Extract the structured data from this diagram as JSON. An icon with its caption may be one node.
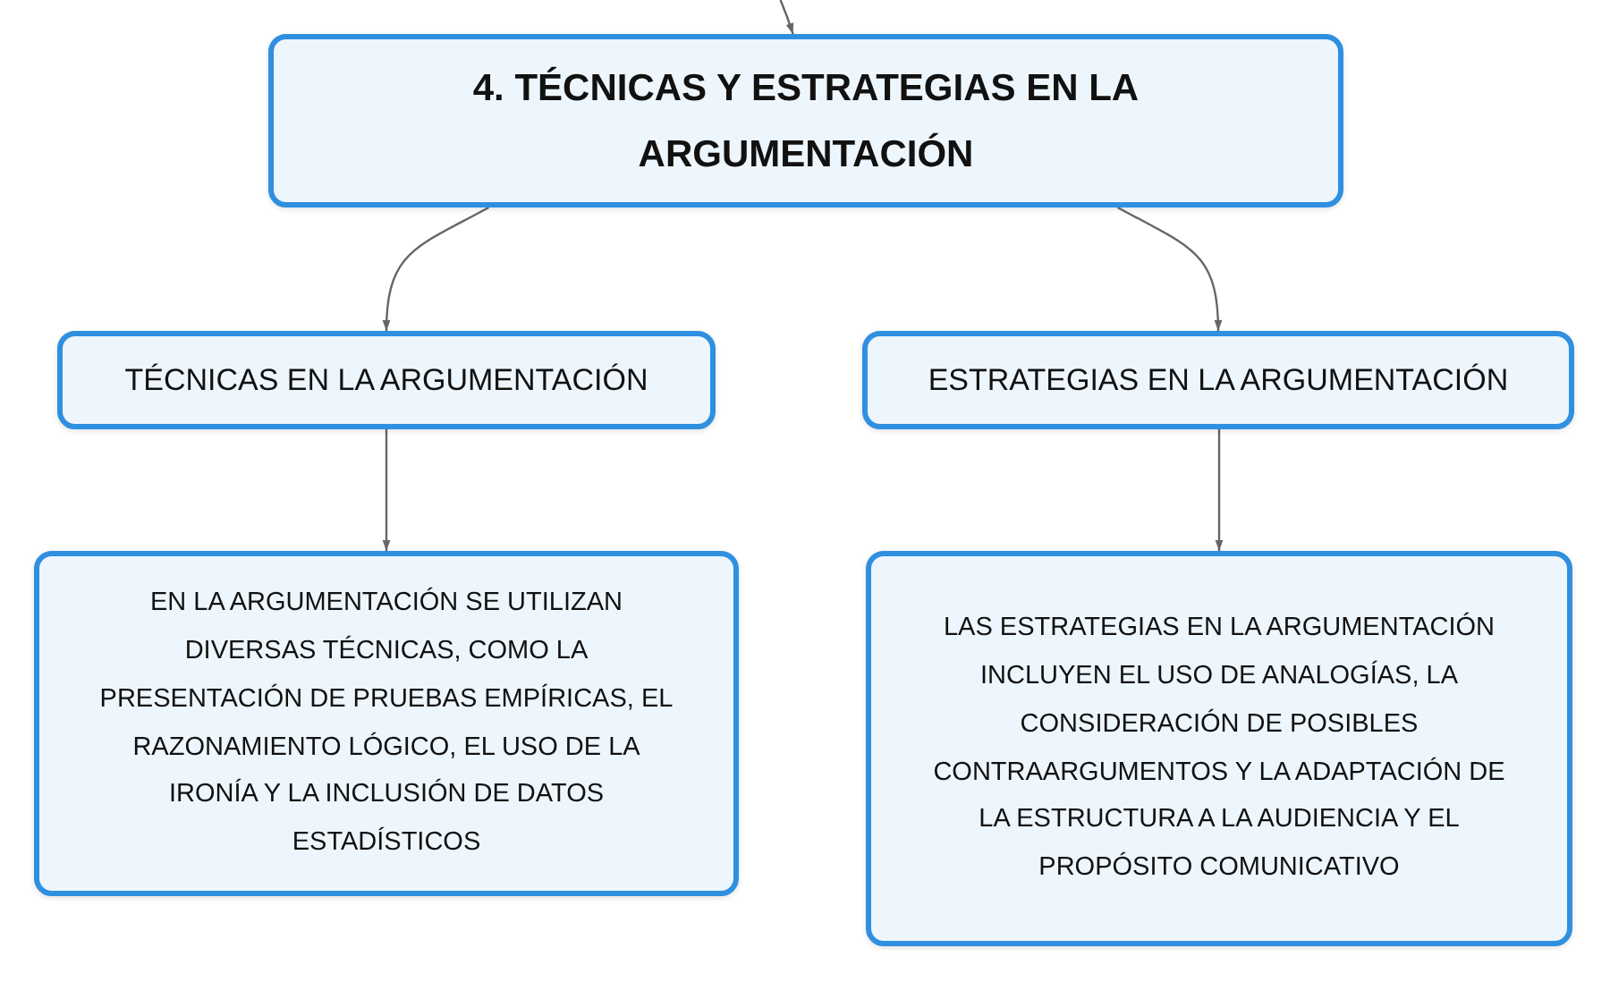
{
  "diagram": {
    "nodes": [
      {
        "text": [
          "4. TÉCNICAS Y ESTRATEGIAS EN LA ARGUMENTACIÓN"
        ]
      },
      {
        "text": [
          "TÉCNICAS EN LA ARGUMENTACIÓN"
        ]
      },
      {
        "text": [
          "ESTRATEGIAS EN LA ARGUMENTACIÓN"
        ]
      },
      {
        "text": [
          "EN LA ARGUMENTACIÓN SE UTILIZAN DIVERSAS TÉCNICAS, COMO LA PRESENTACIÓN DE PRUEBAS EMPÍRICAS, EL RAZONAMIENTO LÓGICO, EL USO DE LA IRONÍA Y LA INCLUSIÓN DE DATOS ESTADÍSTICOS"
        ]
      },
      {
        "text": [
          "LAS ESTRATEGIAS EN LA ARGUMENTACIÓN INCLUYEN EL USO DE ANALOGÍAS, LA CONSIDERACIÓN DE POSIBLES CONTRAARGUMENTOS Y LA ADAPTACIÓN DE LA ESTRUCTURA A LA AUDIENCIA Y EL PROPÓSITO COMUNICATIVO"
        ]
      }
    ],
    "edges": [
      {
        "from": null,
        "to": 0,
        "arrow": "to"
      },
      {
        "from": 0,
        "to": 1,
        "arrow": "to"
      },
      {
        "from": 0,
        "to": 2,
        "arrow": "to"
      },
      {
        "from": 1,
        "to": 3,
        "arrow": "to"
      },
      {
        "from": 2,
        "to": 4,
        "arrow": "to"
      }
    ]
  }
}
